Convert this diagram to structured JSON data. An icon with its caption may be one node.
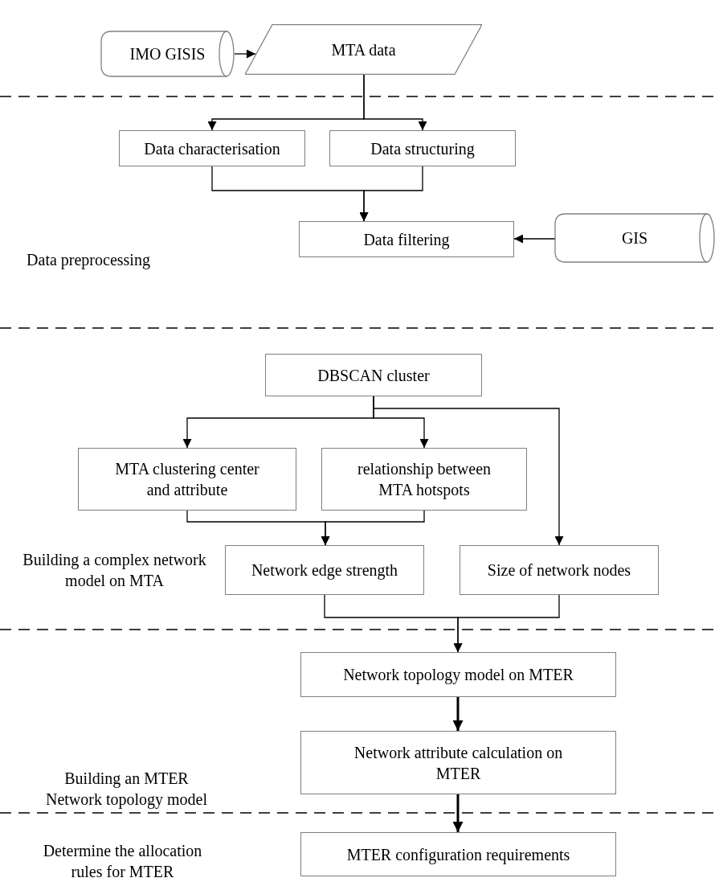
{
  "diagram": {
    "nodes": [
      {
        "text": [
          "IMO GISIS"
        ]
      },
      {
        "text": [
          "MTA data"
        ]
      },
      {
        "text": [
          "Data characterisation"
        ]
      },
      {
        "text": [
          "Data structuring"
        ]
      },
      {
        "text": [
          "Data filtering"
        ]
      },
      {
        "text": [
          "GIS"
        ]
      },
      {
        "text": [
          "DBSCAN cluster"
        ]
      },
      {
        "text": [
          "MTA clustering center and attribute"
        ]
      },
      {
        "text": [
          "relationship between MTA hotspots"
        ]
      },
      {
        "text": [
          "Network edge strength"
        ]
      },
      {
        "text": [
          "Size of network nodes"
        ]
      },
      {
        "text": [
          "Network topology model on MTER"
        ]
      },
      {
        "text": [
          "Network attribute calculation on MTER"
        ]
      },
      {
        "text": [
          "MTER configuration requirements"
        ]
      }
    ],
    "edges": [
      {
        "from": 0,
        "to": 1,
        "arrow": "to"
      },
      {
        "from": 1,
        "to": 2,
        "arrow": "to"
      },
      {
        "from": 1,
        "to": 3,
        "arrow": "to"
      },
      {
        "from": 2,
        "to": 4,
        "arrow": "to"
      },
      {
        "from": 3,
        "to": 4,
        "arrow": "to"
      },
      {
        "from": 5,
        "to": 4,
        "arrow": "to"
      },
      {
        "from": 6,
        "to": 7,
        "arrow": "to"
      },
      {
        "from": 6,
        "to": 8,
        "arrow": "to"
      },
      {
        "from": 6,
        "to": 10,
        "arrow": "to"
      },
      {
        "from": 7,
        "to": 9,
        "arrow": "to"
      },
      {
        "from": 8,
        "to": 9,
        "arrow": "to"
      },
      {
        "from": 9,
        "to": 11,
        "arrow": "to"
      },
      {
        "from": 10,
        "to": 11,
        "arrow": "to"
      },
      {
        "from": 11,
        "to": 12,
        "arrow": "to",
        "style": "thick"
      },
      {
        "from": 12,
        "to": 13,
        "arrow": "to",
        "style": "thick"
      }
    ],
    "labels": [
      "Data preprocessing",
      "Building a complex network model on MTA",
      "Building an MTER Network topology model",
      "Determine the allocation rules for MTER"
    ]
  }
}
